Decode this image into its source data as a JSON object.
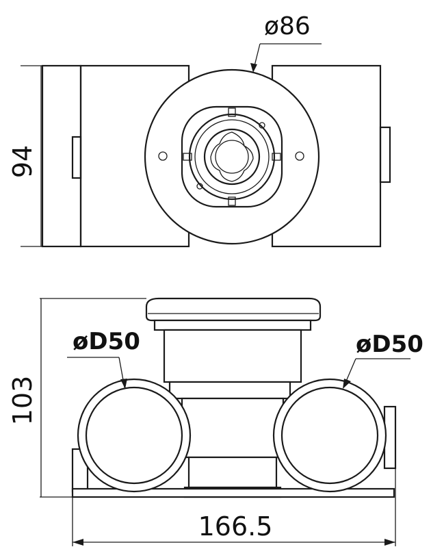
{
  "dimensions": {
    "top_diameter": "ø86",
    "top_height": "94",
    "outlet_left": "øD50",
    "outlet_right": "øD50",
    "side_height": "103",
    "overall_width": "166.5"
  }
}
